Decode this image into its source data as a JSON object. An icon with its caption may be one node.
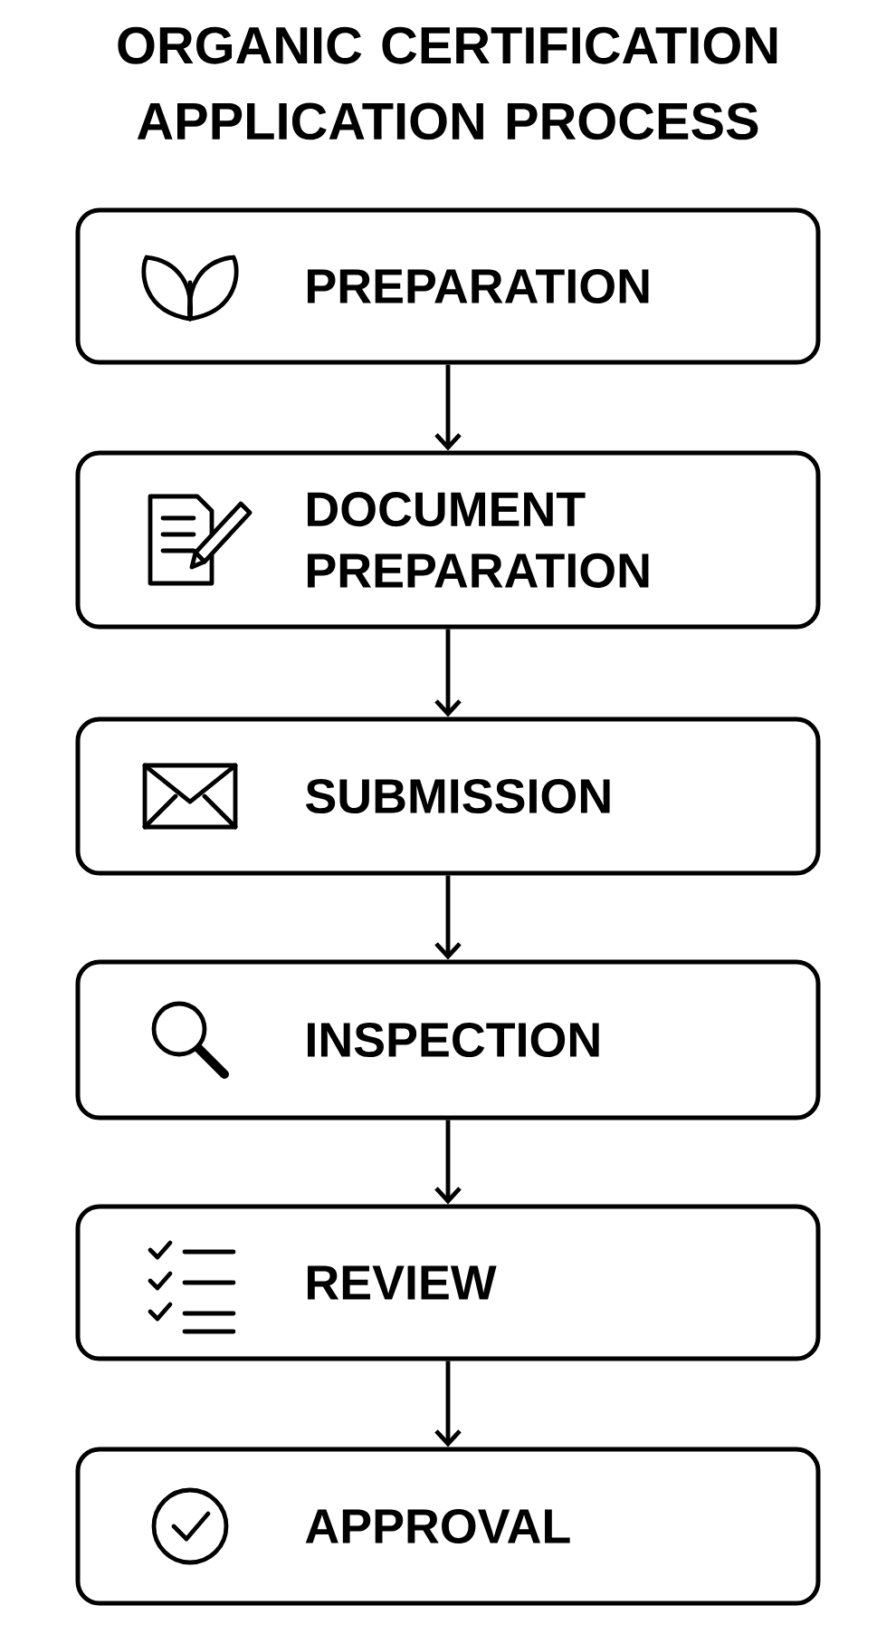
{
  "diagram": {
    "title": "ORGANIC CERTIFICATION APPLICATION PROCESS",
    "nodes": [
      {
        "text": [
          "PREPARATION"
        ]
      },
      {
        "text": [
          "DOCUMENT PREPARATION"
        ]
      },
      {
        "text": [
          "SUBMISSION"
        ]
      },
      {
        "text": [
          "INSPECTION"
        ]
      },
      {
        "text": [
          "REVIEW"
        ]
      },
      {
        "text": [
          "APPROVAL"
        ]
      }
    ],
    "edges": [
      {
        "from": 0,
        "to": 1,
        "arrow": "to"
      },
      {
        "from": 1,
        "to": 2,
        "arrow": "to"
      },
      {
        "from": 2,
        "to": 3,
        "arrow": "to"
      },
      {
        "from": 3,
        "to": 4,
        "arrow": "to"
      },
      {
        "from": 4,
        "to": 5,
        "arrow": "to"
      }
    ]
  }
}
